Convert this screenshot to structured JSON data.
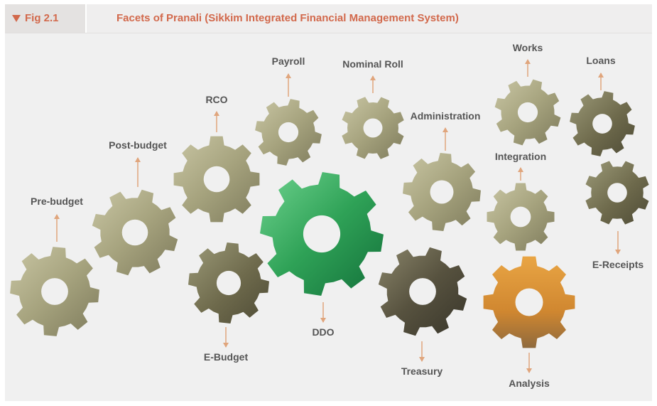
{
  "figure": {
    "number": "Fig 2.1",
    "title": "Facets of Pranali (Sikkim Integrated Financial Management System)"
  },
  "colors": {
    "accent": "#d2694c",
    "arrow": "#e0a57c",
    "label": "#555555",
    "gear_money": "#a8a57f",
    "gear_ddo": "#36a55a",
    "gear_treasury": "#54503f",
    "gear_analysis": "#d08d30"
  },
  "facets": [
    {
      "id": "pre-budget",
      "label": "Pre-budget"
    },
    {
      "id": "post-budget",
      "label": "Post-budget"
    },
    {
      "id": "rco",
      "label": "RCO"
    },
    {
      "id": "payroll",
      "label": "Payroll"
    },
    {
      "id": "nominal-roll",
      "label": "Nominal Roll"
    },
    {
      "id": "administration",
      "label": "Administration"
    },
    {
      "id": "works",
      "label": "Works"
    },
    {
      "id": "integration",
      "label": "Integration"
    },
    {
      "id": "loans",
      "label": "Loans"
    },
    {
      "id": "e-receipts",
      "label": "E-Receipts"
    },
    {
      "id": "e-budget",
      "label": "E-Budget"
    },
    {
      "id": "ddo",
      "label": "DDO"
    },
    {
      "id": "treasury",
      "label": "Treasury"
    },
    {
      "id": "analysis",
      "label": "Analysis"
    }
  ]
}
